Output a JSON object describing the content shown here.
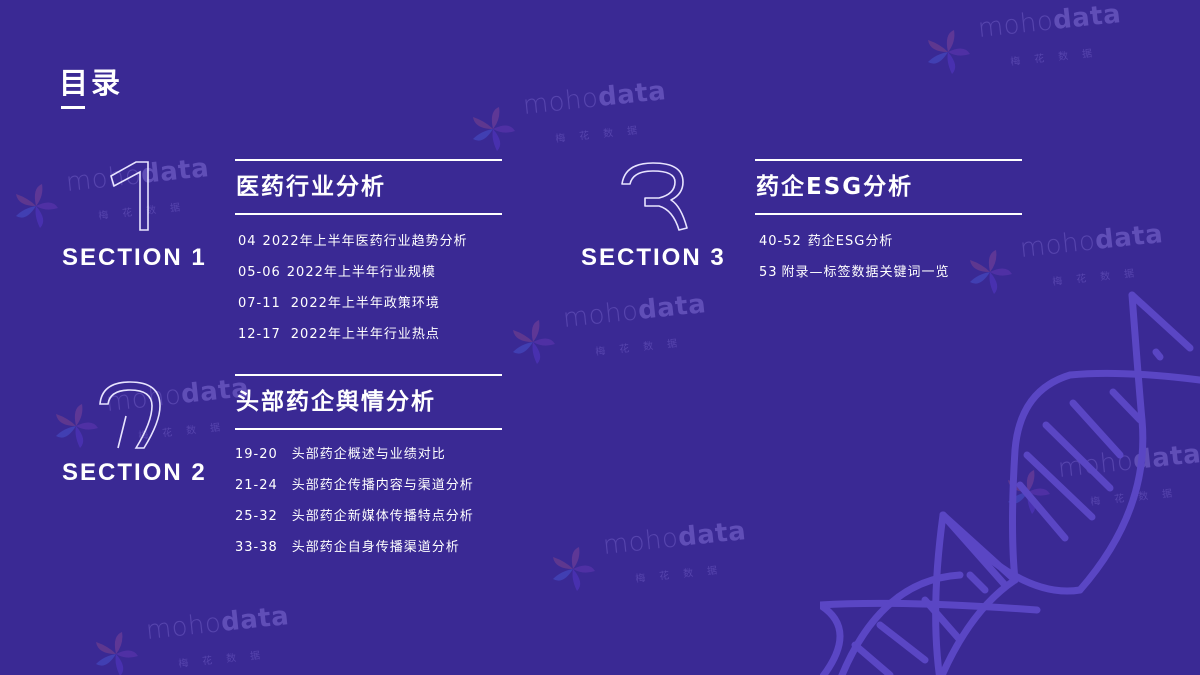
{
  "page": {
    "title": "目录",
    "background_color": "#3a2994",
    "accent_color": "#5a46c4"
  },
  "watermark": {
    "brand_light": "moho",
    "brand_bold": "data",
    "subtitle": "梅花数据",
    "icon": "pinwheel-icon"
  },
  "sections": [
    {
      "number": "1",
      "label": "SECTION 1",
      "heading": "医药行业分析",
      "items": [
        {
          "pages": "04",
          "text": "2022年上半年医药行业趋势分析"
        },
        {
          "pages": "05-06",
          "text": "2022年上半年行业规模"
        },
        {
          "pages": "07-11",
          "text": "2022年上半年政策环境"
        },
        {
          "pages": "12-17",
          "text": "2022年上半年行业热点"
        }
      ]
    },
    {
      "number": "2",
      "label": "SECTION 2",
      "heading": "头部药企舆情分析",
      "items": [
        {
          "pages": "19-20",
          "text": "头部药企概述与业绩对比"
        },
        {
          "pages": "21-24",
          "text": "头部药企传播内容与渠道分析"
        },
        {
          "pages": "25-32",
          "text": "头部药企新媒体传播特点分析"
        },
        {
          "pages": "33-38",
          "text": "头部药企自身传播渠道分析"
        }
      ]
    },
    {
      "number": "3",
      "label": "SECTION 3",
      "heading": "药企ESG分析",
      "items": [
        {
          "pages": "40-52",
          "text": "药企ESG分析"
        },
        {
          "pages": "53",
          "text": "附录—标签数据关键词一览"
        }
      ]
    }
  ],
  "decorations": {
    "dna_helix": "dna-helix-icon"
  }
}
